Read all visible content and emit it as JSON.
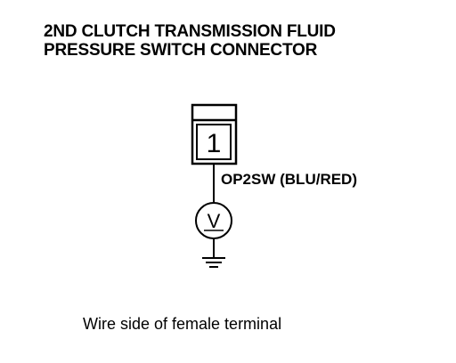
{
  "title": {
    "line1": "2ND CLUTCH TRANSMISSION FLUID",
    "line2": "PRESSURE SWITCH CONNECTOR"
  },
  "connector": {
    "terminal_number": "1"
  },
  "wire": {
    "label": "OP2SW (BLU/RED)"
  },
  "meter_symbol": "V",
  "caption": "Wire side of female terminal"
}
